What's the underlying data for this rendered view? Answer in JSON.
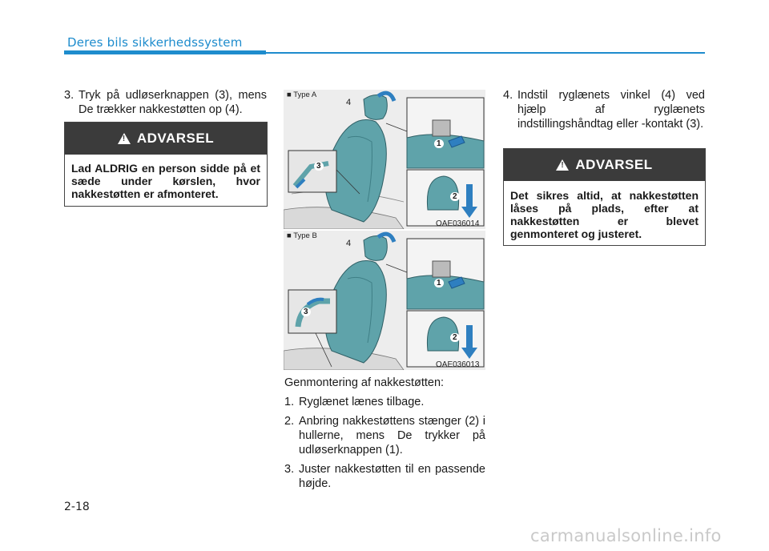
{
  "header": {
    "section_title": "Deres bils sikkerhedssystem"
  },
  "left": {
    "step3_num": "3.",
    "step3_text": "Tryk på udløserknappen (3), mens De trækker nakkestøtten op (4).",
    "warning": {
      "heading": "ADVARSEL",
      "text": "Lad ALDRIG en person sidde på et sæde under kørslen, hvor nakkestøtten er afmonteret."
    }
  },
  "figures": {
    "type_a": {
      "label": "■ Type A",
      "code": "OAE036014"
    },
    "type_b": {
      "label": "■ Type B",
      "code": "OAE036013"
    },
    "callouts": {
      "one": "1",
      "two": "2",
      "three": "3",
      "four": "4"
    }
  },
  "middle": {
    "title": "Genmontering af nakkestøtten:",
    "steps": [
      {
        "num": "1.",
        "text": "Ryglænet lænes tilbage."
      },
      {
        "num": "2.",
        "text": "Anbring nakkestøttens stænger (2) i hullerne, mens De trykker på udløserknappen (1)."
      },
      {
        "num": "3.",
        "text": "Juster nakkestøtten til en passende højde."
      }
    ]
  },
  "right": {
    "step4_num": "4.",
    "step4_text": "Indstil ryglænets vinkel (4) ved hjælp af ryglænets indstillingshåndtag eller -kontakt (3).",
    "warning": {
      "heading": "ADVARSEL",
      "text": "Det sikres altid, at nakkestøtten låses på plads, efter at nakkestøtten er blevet genmonteret og justeret."
    }
  },
  "footer": {
    "page_number": "2-18",
    "watermark": "carmanualsonline.info"
  },
  "colors": {
    "accent": "#1e8ccd",
    "warning_header": "#3b3b3b",
    "seat": "#5fa3aa",
    "arrow": "#2e7fc0"
  }
}
